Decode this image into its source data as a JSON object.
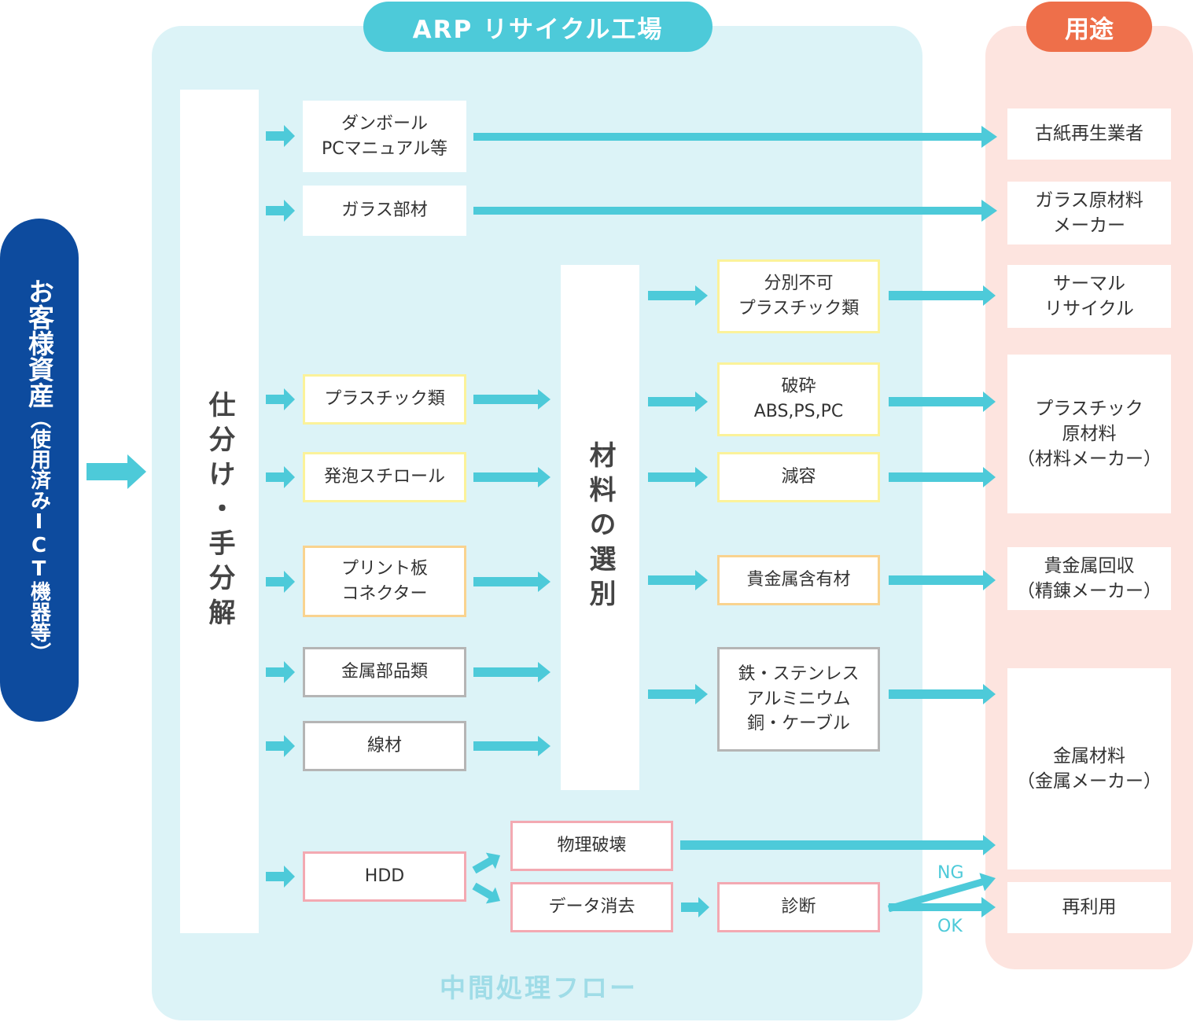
{
  "header": {
    "factory_title": "ARP リサイクル工場",
    "use_title": "用途"
  },
  "customer": {
    "label": "お客様資産",
    "sub": "（使用済みICT機器等）"
  },
  "sort_column": "仕分け・手分解",
  "select_column": "材料の選別",
  "items": {
    "cardboard": "ダンボール\nPCマニュアル等",
    "glass": "ガラス部材",
    "plastics": "プラスチック類",
    "styrofoam": "発泡スチロール",
    "pcb": "プリント板\nコネクター",
    "metal_parts": "金属部品類",
    "wire": "線材",
    "hdd": "HDD"
  },
  "processes": {
    "unsortable": "分別不可\nプラスチック類",
    "crush": "破砕\nABS,PS,PC",
    "reduce": "減容",
    "precious": "貴金属含有材",
    "metals": "鉄・ステンレス\nアルミニウム\n銅・ケーブル",
    "destroy": "物理破壊",
    "erase": "データ消去",
    "diagnose": "診断"
  },
  "uses": {
    "paper": "古紙再生業者",
    "glass_maker": "ガラス原材料\nメーカー",
    "thermal": "サーマル\nリサイクル",
    "plastic_raw": "プラスチック\n原材料\n（材料メーカー）",
    "precious_recovery": "貴金属回収\n（精錬メーカー）",
    "metal_material": "金属材料\n（金属メーカー）",
    "reuse": "再利用"
  },
  "labels": {
    "ng": "NG",
    "ok": "OK"
  },
  "footer": "中間処理フロー",
  "colors": {
    "arrow": "#4dcad9",
    "brand_blue": "#0d4b9e",
    "accent_orange": "#ee6f4a"
  }
}
